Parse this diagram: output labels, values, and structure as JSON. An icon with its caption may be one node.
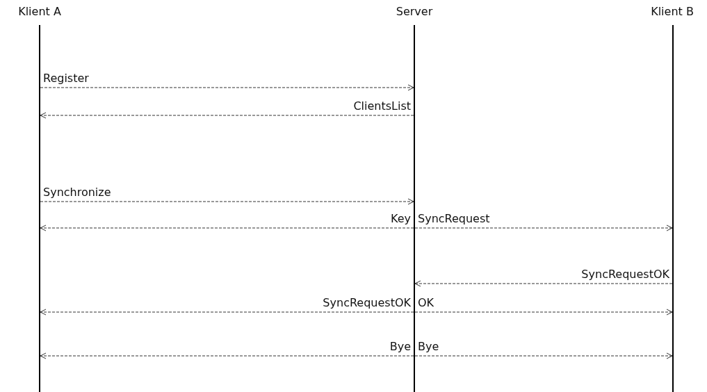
{
  "diagram": {
    "nodes": [
      {
        "text": [
          "Klient A"
        ]
      },
      {
        "text": [
          "Server"
        ]
      },
      {
        "text": [
          "Klient B"
        ]
      },
      {
        "text": [],
        "shape": "bar"
      },
      {
        "text": [],
        "shape": "bar"
      },
      {
        "text": [],
        "shape": "bar"
      }
    ],
    "edges": [
      {
        "from": 3,
        "to": 4,
        "arrow": "to",
        "label": "Register",
        "style": "dashed"
      },
      {
        "from": 4,
        "to": 3,
        "arrow": "to",
        "label": "ClientsList",
        "style": "dashed"
      },
      {
        "from": 3,
        "to": 4,
        "arrow": "to",
        "label": "Synchronize",
        "style": "dashed"
      },
      {
        "from": 4,
        "to": 3,
        "arrow": "to",
        "label": "Key",
        "style": "dashed"
      },
      {
        "from": 4,
        "to": 5,
        "arrow": "to",
        "label": "SyncRequest",
        "style": "dashed"
      },
      {
        "from": 5,
        "to": 4,
        "arrow": "to",
        "label": "SyncRequestOK",
        "style": "dashed"
      },
      {
        "from": 4,
        "to": 3,
        "arrow": "to",
        "label": "SyncRequestOK",
        "style": "dashed"
      },
      {
        "from": 4,
        "to": 5,
        "arrow": "to",
        "label": "OK",
        "style": "dashed"
      },
      {
        "from": 4,
        "to": 3,
        "arrow": "to",
        "label": "Bye",
        "style": "dashed"
      },
      {
        "from": 4,
        "to": 5,
        "arrow": "to",
        "label": "Bye",
        "style": "dashed"
      }
    ]
  }
}
